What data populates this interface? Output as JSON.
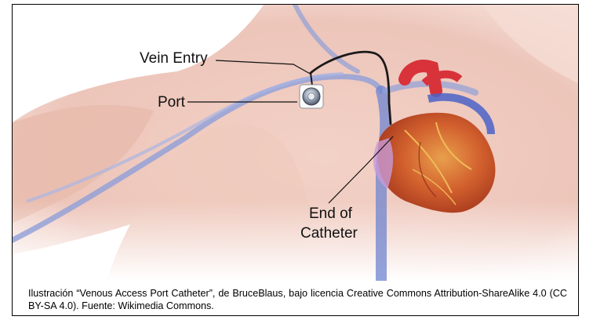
{
  "labels": {
    "vein_entry": "Vein Entry",
    "port": "Port",
    "end_of_catheter_line1": "End of",
    "end_of_catheter_line2": "Catheter"
  },
  "caption": "Ilustración “Venous Access Port Catheter”, de BruceBlaus, bajo licencia Creative Commons Attribution-ShareAlike 4.0 (CC BY-SA 4.0). Fuente: Wikimedia Commons."
}
